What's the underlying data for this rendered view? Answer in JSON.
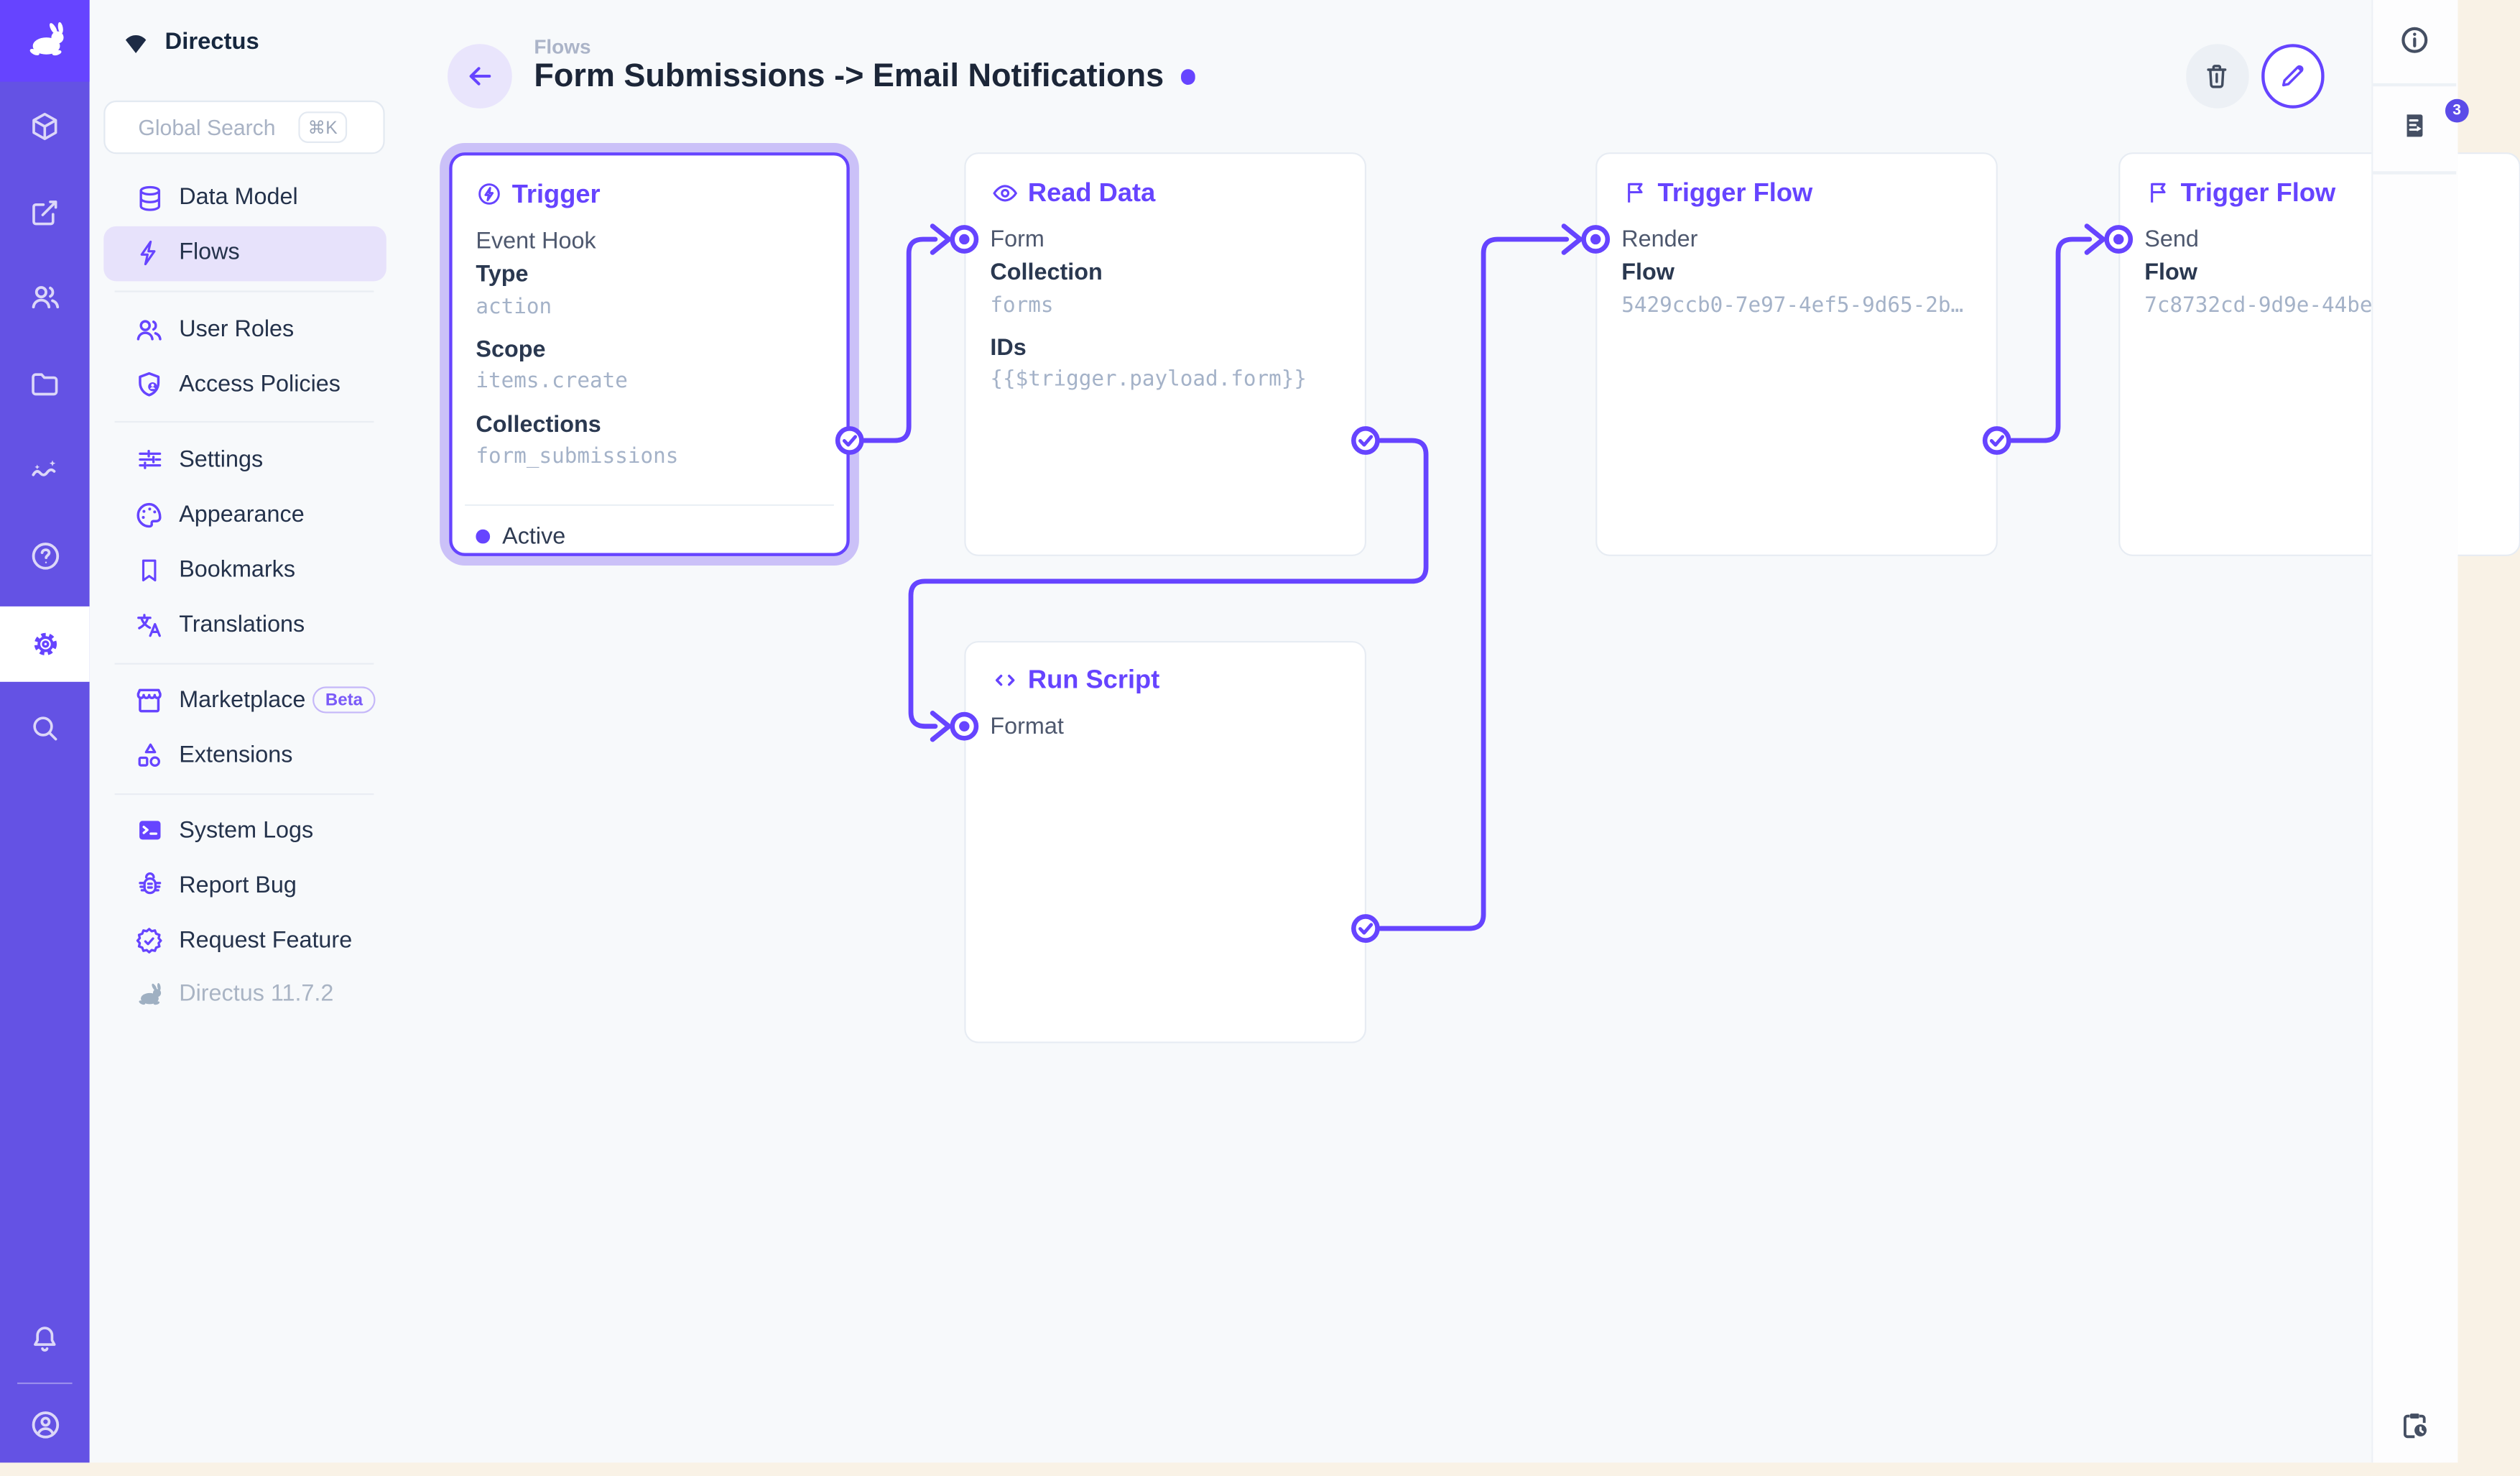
{
  "app": {
    "project_name": "Directus"
  },
  "module_bar": {
    "icons": [
      "box",
      "compose",
      "users",
      "folder",
      "insights",
      "help",
      "settings",
      "search"
    ],
    "active": "settings",
    "bottom_icons": [
      "notifications",
      "account"
    ]
  },
  "nav": {
    "search_placeholder": "Global Search",
    "search_shortcut": "⌘K",
    "groups": [
      {
        "items": [
          {
            "label": "Data Model",
            "icon": "database"
          },
          {
            "label": "Flows",
            "icon": "bolt",
            "active": true
          }
        ]
      },
      {
        "items": [
          {
            "label": "User Roles",
            "icon": "users"
          },
          {
            "label": "Access Policies",
            "icon": "shield-user"
          }
        ]
      },
      {
        "items": [
          {
            "label": "Settings",
            "icon": "sliders"
          },
          {
            "label": "Appearance",
            "icon": "palette"
          },
          {
            "label": "Bookmarks",
            "icon": "bookmark"
          },
          {
            "label": "Translations",
            "icon": "translate"
          }
        ]
      },
      {
        "items": [
          {
            "label": "Marketplace",
            "icon": "storefront",
            "badge": "Beta"
          },
          {
            "label": "Extensions",
            "icon": "shapes"
          }
        ]
      },
      {
        "items": [
          {
            "label": "System Logs",
            "icon": "terminal"
          },
          {
            "label": "Report Bug",
            "icon": "bug"
          },
          {
            "label": "Request Feature",
            "icon": "badge-check"
          }
        ]
      }
    ],
    "version": "Directus 11.7.2"
  },
  "header": {
    "breadcrumb": "Flows",
    "title": "Form Submissions -> Email Notifications"
  },
  "right_rail": {
    "notices_badge": "3"
  },
  "flow": {
    "nodes": [
      {
        "title": "Trigger",
        "icon": "bolt-circle",
        "subtitle": "Event Hook",
        "fields": [
          {
            "label": "Type",
            "value": "action"
          },
          {
            "label": "Scope",
            "value": "items.create"
          },
          {
            "label": "Collections",
            "value": "form_submissions"
          }
        ],
        "status": "Active",
        "selected": true
      },
      {
        "title": "Read Data",
        "icon": "eye",
        "input_label": "Form",
        "fields": [
          {
            "label": "Collection",
            "value": "forms"
          },
          {
            "label": "IDs",
            "value": "{{$trigger.payload.form}}"
          }
        ]
      },
      {
        "title": "Trigger Flow",
        "icon": "flag",
        "input_label": "Render",
        "fields": [
          {
            "label": "Flow",
            "value": "5429ccb0-7e97-4ef5-9d65-2b…"
          }
        ]
      },
      {
        "title": "Trigger Flow",
        "icon": "flag",
        "input_label": "Send",
        "fields": [
          {
            "label": "Flow",
            "value": "7c8732cd-9d9e-44be"
          }
        ]
      },
      {
        "title": "Run Script",
        "icon": "code",
        "input_label": "Format",
        "fields": []
      }
    ]
  },
  "colors": {
    "accent": "#6644FF",
    "module_rail": "#6452E4",
    "selection_halo": "#CBC1F8",
    "mono_text": "#A4B2C8",
    "canvas_bg": "#F7F9FB",
    "frame": "#F9F2E6"
  }
}
